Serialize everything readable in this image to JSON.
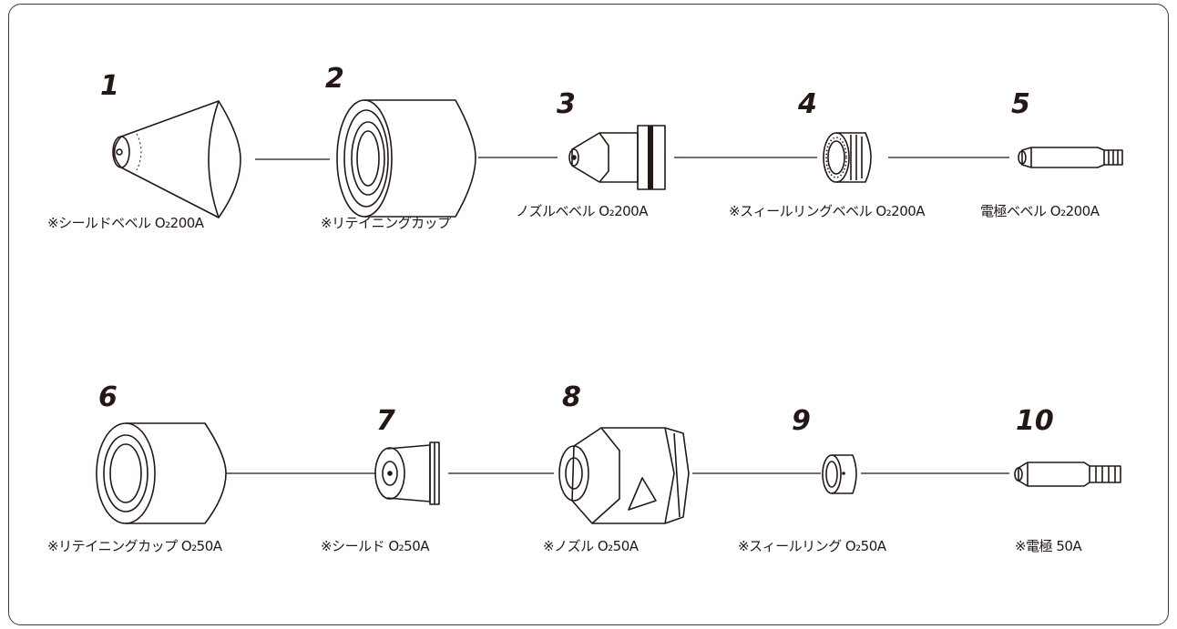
{
  "parts": [
    {
      "number": "1",
      "label": "※シールドベベル O₂200A"
    },
    {
      "number": "2",
      "label": "※リテイニングカップ"
    },
    {
      "number": "3",
      "label": "ノズルベベル O₂200A"
    },
    {
      "number": "4",
      "label": "※スィールリングベベル O₂200A"
    },
    {
      "number": "5",
      "label": "電極ベベル O₂200A"
    },
    {
      "number": "6",
      "label": "※リテイニングカップ O₂50A"
    },
    {
      "number": "7",
      "label": "※シールド O₂50A"
    },
    {
      "number": "8",
      "label": "※ノズル O₂50A"
    },
    {
      "number": "9",
      "label": "※スィールリング O₂50A"
    },
    {
      "number": "10",
      "label": "※電極 50A"
    }
  ]
}
